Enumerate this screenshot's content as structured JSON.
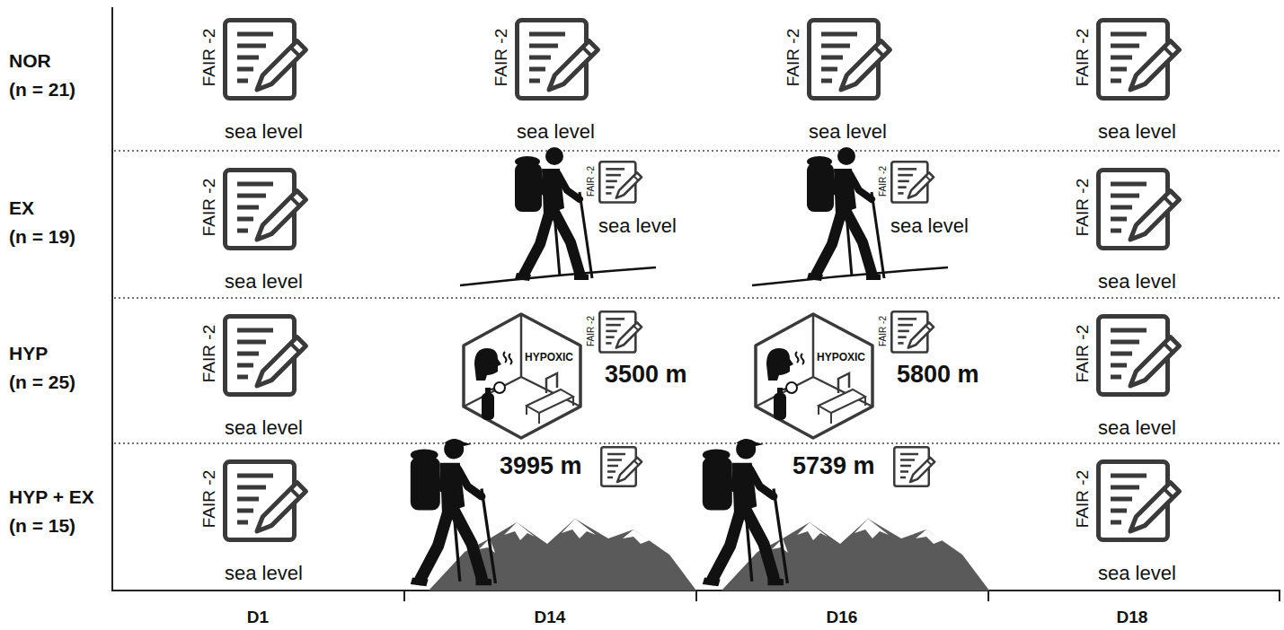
{
  "diagram": {
    "nodes": [
      {
        "text": [
          "FAIR -2",
          "sea level"
        ]
      },
      {
        "text": [
          "FAIR -2",
          "sea level"
        ]
      },
      {
        "text": [
          "FAIR -2",
          "sea level"
        ]
      },
      {
        "text": [
          "FAIR -2",
          "sea level"
        ]
      },
      {
        "text": [
          "FAIR -2",
          "sea level"
        ]
      },
      {
        "text": [
          "FAIR -2",
          "sea level"
        ]
      },
      {
        "text": [
          "FAIR -2",
          "sea level"
        ]
      },
      {
        "text": [
          "FAIR -2",
          "sea level"
        ]
      },
      {
        "text": [
          "FAIR -2",
          "sea level"
        ]
      },
      {
        "text": [
          "HYPOXIC"
        ]
      },
      {
        "text": [
          "FAIR -2"
        ]
      },
      {
        "text": [
          "HYPOXIC"
        ]
      },
      {
        "text": [
          "FAIR -2"
        ]
      },
      {
        "text": [
          "FAIR -2",
          "sea level"
        ]
      },
      {
        "text": [
          "FAIR -2",
          "sea level"
        ]
      },
      {
        "text": [
          "FAIR -2",
          "sea level"
        ]
      }
    ],
    "labels": [
      "NOR",
      "(n = 21)",
      "EX",
      "(n = 19)",
      "HYP",
      "(n = 25)",
      "HYP + EX",
      "(n = 15)",
      "3500 m",
      "5800 m",
      "3995 m",
      "5739 m",
      "D1",
      "D14",
      "D16",
      "D18"
    ]
  }
}
